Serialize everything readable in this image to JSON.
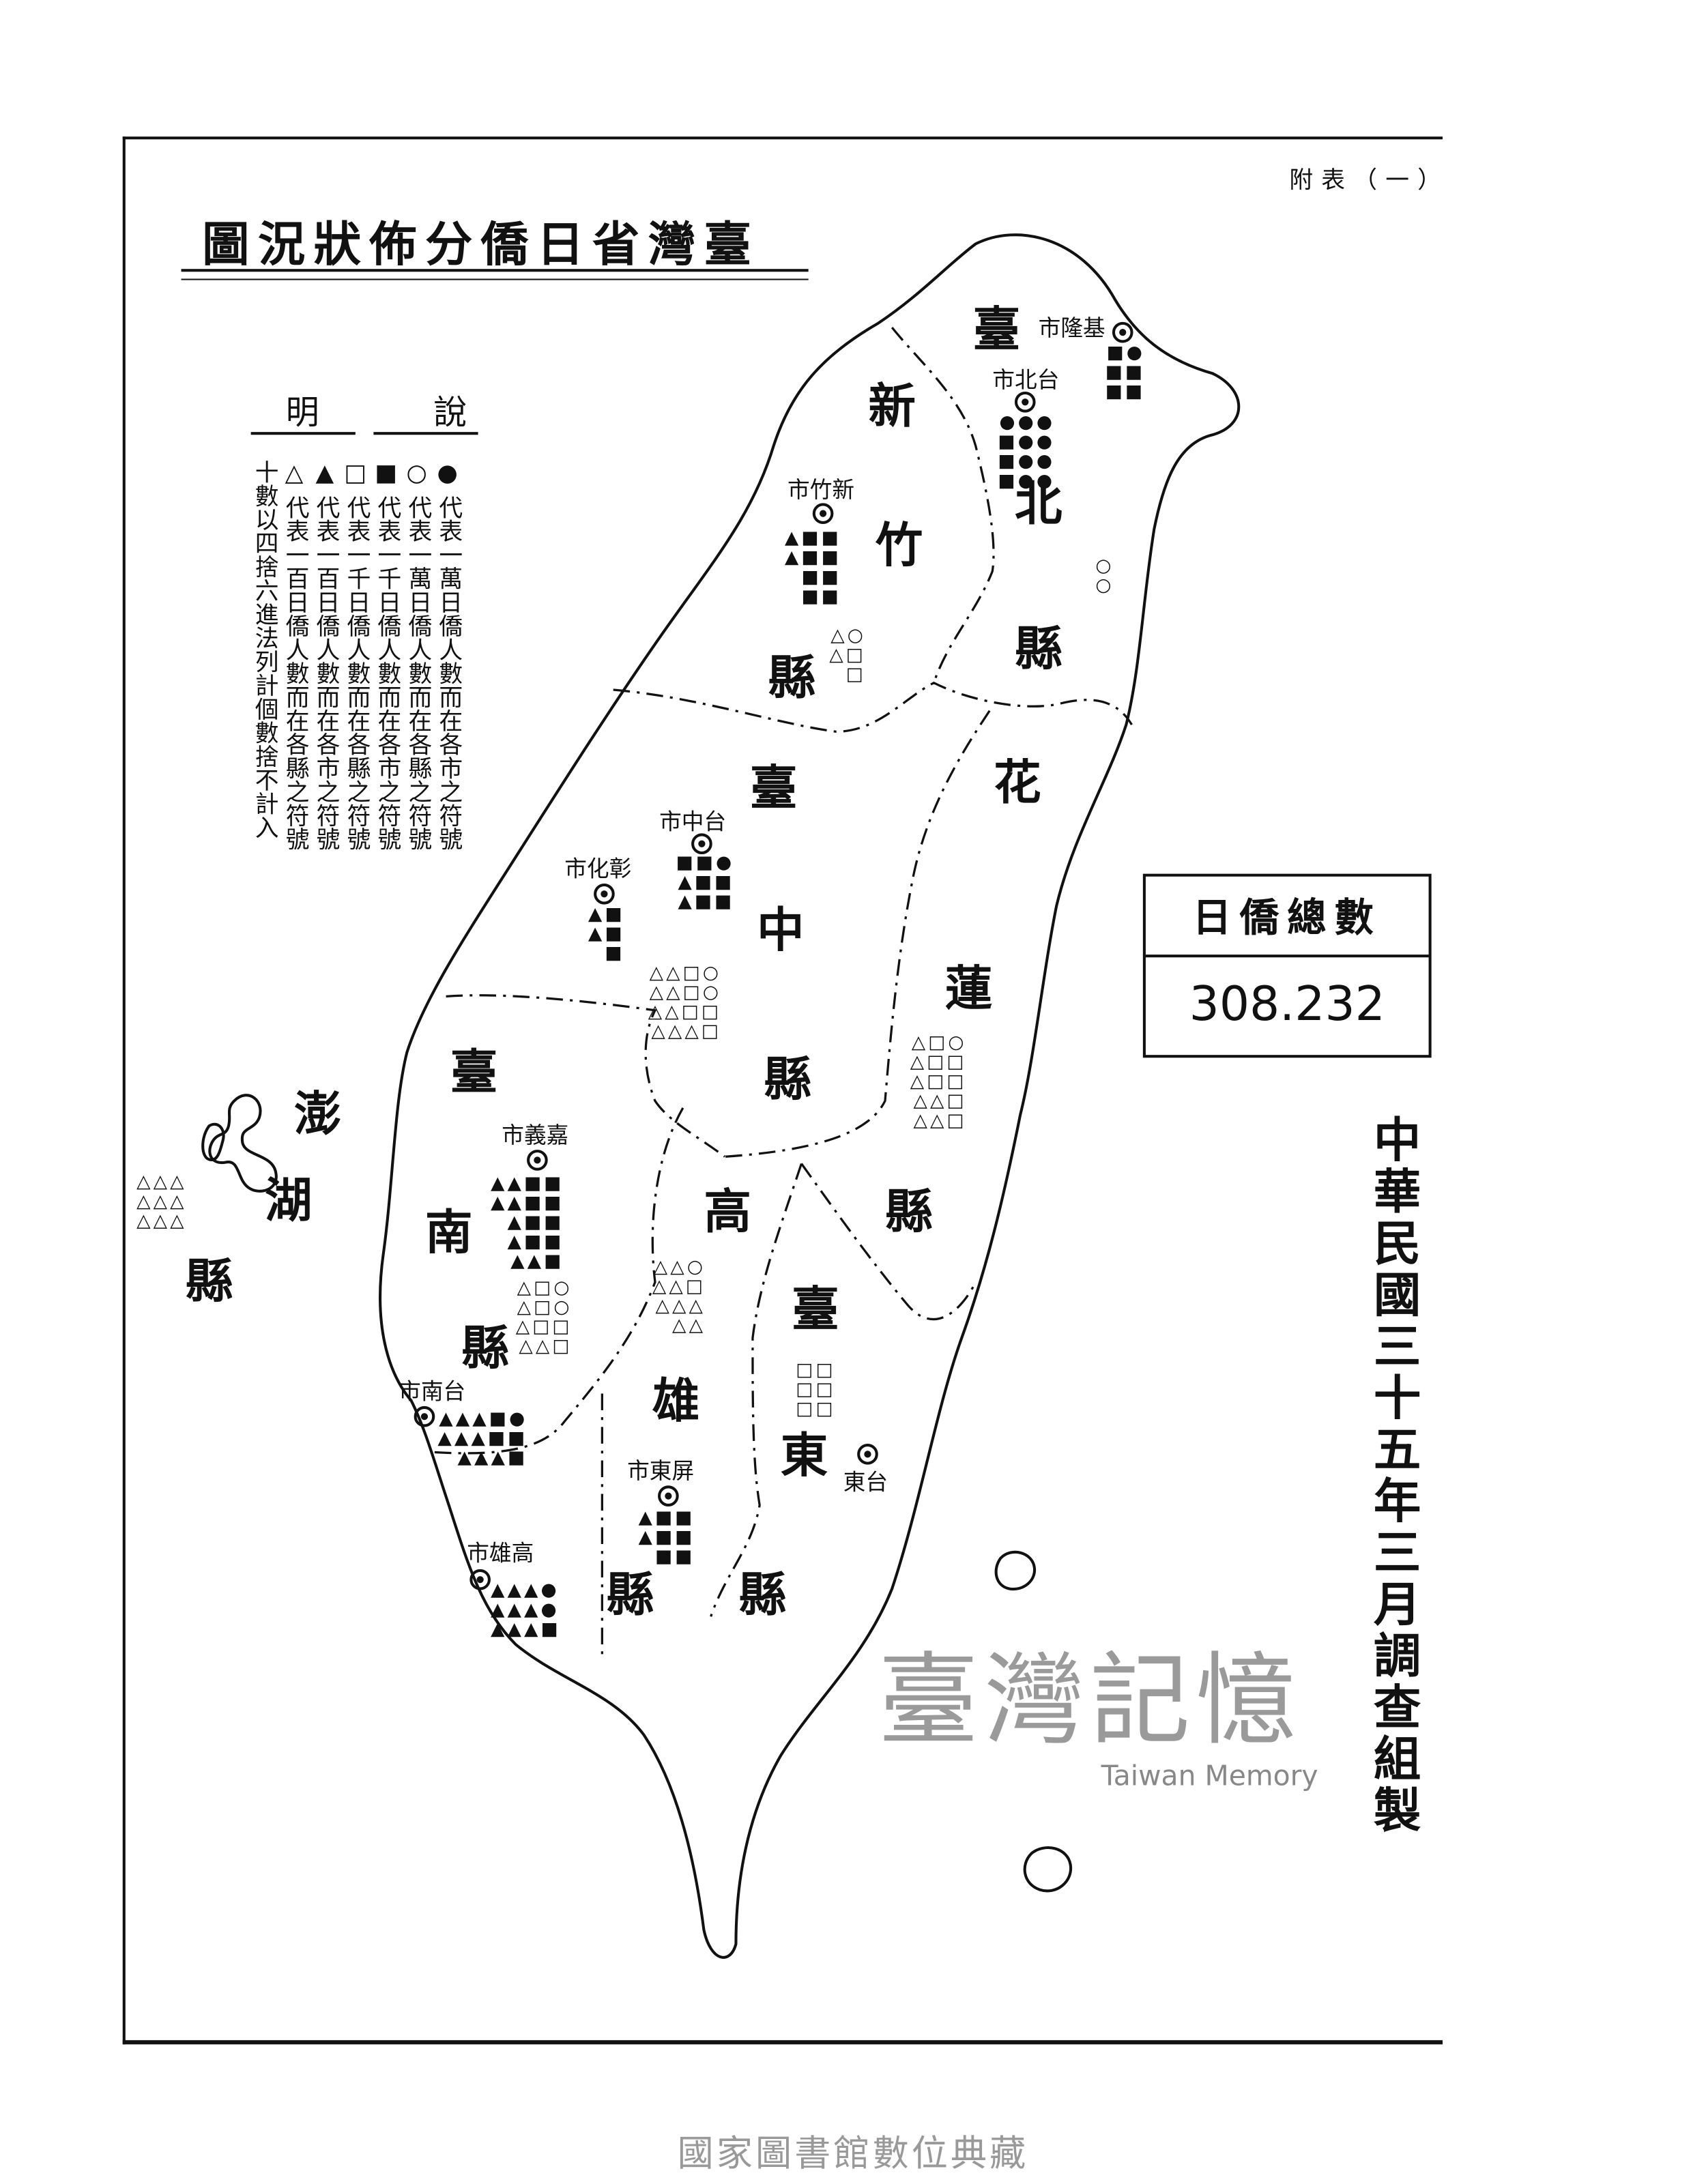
{
  "header": {
    "appendix": "附表（一）"
  },
  "title": "臺灣省日僑分佈狀況圖",
  "legend": {
    "heading": [
      "說",
      "明"
    ],
    "items": [
      {
        "symbol": "●",
        "text": "代表一萬日僑人數而在各市之符號"
      },
      {
        "symbol": "○",
        "text": "代表一萬日僑人數而在各縣之符號"
      },
      {
        "symbol": "■",
        "text": "代表一千日僑人數而在各市之符號"
      },
      {
        "symbol": "□",
        "text": "代表一千日僑人數而在各縣之符號"
      },
      {
        "symbol": "▲",
        "text": "代表一百日僑人數而在各市之符號"
      },
      {
        "symbol": "△",
        "text": "代表一百日僑人數而在各縣之符號"
      }
    ],
    "note": "十數以四捨六進法列計個數捨不計入"
  },
  "regions": {
    "taipei": [
      "臺",
      "北",
      "縣"
    ],
    "hsinchu": [
      "新",
      "竹",
      "縣"
    ],
    "taichung": [
      "臺",
      "中",
      "縣"
    ],
    "hualien": [
      "花",
      "蓮",
      "縣"
    ],
    "tainan": [
      "臺",
      "南",
      "縣"
    ],
    "kaohsiung": [
      "高",
      "雄",
      "縣"
    ],
    "taitung": [
      "臺",
      "東",
      "縣"
    ],
    "penghu": [
      "澎",
      "湖",
      "縣"
    ]
  },
  "cities": {
    "keelung": "基隆市",
    "taipei": "台北市",
    "hsinchu": "新竹市",
    "taichung": "台中市",
    "changhua": "彰化市",
    "chiayi": "嘉義市",
    "tainan": "台南市",
    "pingtung": "屏東市",
    "kaohsiung": "高雄市",
    "taitung": "台東"
  },
  "clusters": {
    "keelung": [
      "■●",
      "■■",
      "■■"
    ],
    "taipei_city": [
      "●●●",
      "■●●",
      "■●●",
      "■●●"
    ],
    "taipei_county": [
      "○",
      "○"
    ],
    "hsinchu_city": [
      "▲■■",
      "▲■■",
      "■■",
      "■■"
    ],
    "hsinchu_county": [
      "△○",
      "△□",
      "□"
    ],
    "taichung_city": [
      "■■●",
      "▲■■",
      "▲■■"
    ],
    "changhua": [
      "▲■",
      "▲■",
      "■"
    ],
    "taichung_county": [
      "△△□○",
      "△△□○",
      "△△□□",
      "△△△□"
    ],
    "hualien": [
      "△□○",
      "△□□",
      "△□□",
      "△△□",
      "△△□"
    ],
    "chiayi": [
      "▲▲■■",
      "▲▲■■",
      "▲■■",
      "▲■■",
      "▲▲■"
    ],
    "tainan_county": [
      "△□○",
      "△□○",
      "△□□",
      "△△□"
    ],
    "tainan_city": [
      "▲▲▲■●",
      "▲▲▲■■",
      "▲▲▲■"
    ],
    "kaohsiung_county": [
      "△△○",
      "△△□",
      "△△△",
      "△△"
    ],
    "pingtung": [
      "▲■■",
      "▲■■",
      "■■"
    ],
    "kaohsiung_city": [
      "▲▲▲●",
      "▲▲▲●",
      "▲▲▲■"
    ],
    "taitung_county": [
      "□□",
      "□□",
      "□□"
    ],
    "penghu": [
      "△△△",
      "△△△",
      "△△△"
    ]
  },
  "total": {
    "label": "日僑總數",
    "value": "308.232"
  },
  "credit": "中華民國三十五年三月調查組製",
  "watermark": {
    "zh": "臺灣記憶",
    "en": "Taiwan Memory"
  },
  "footer": "國家圖書館數位典藏"
}
